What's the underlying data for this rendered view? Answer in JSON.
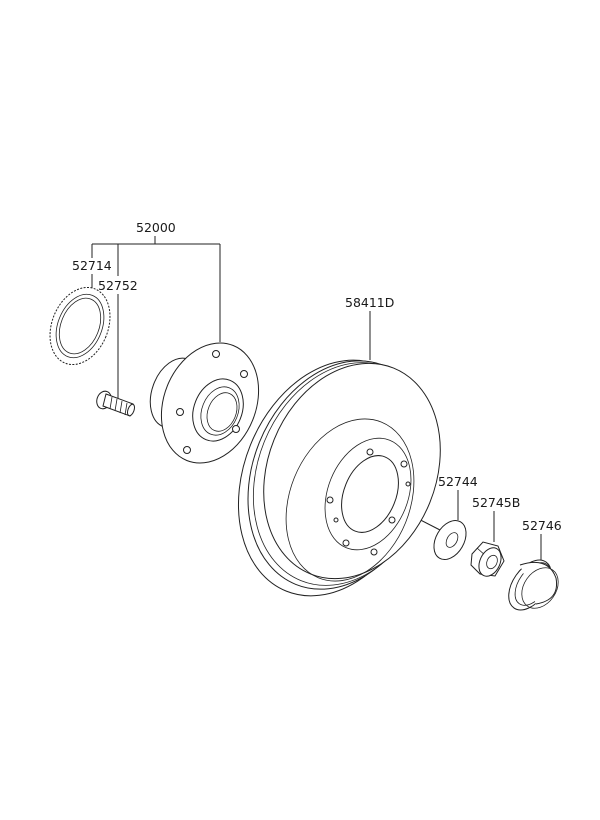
{
  "labels": {
    "assembly": "52000",
    "ring": "52714",
    "bolt": "52752",
    "disc": "58411D",
    "washer": "52744",
    "nut": "52745B",
    "cap": "52746"
  }
}
